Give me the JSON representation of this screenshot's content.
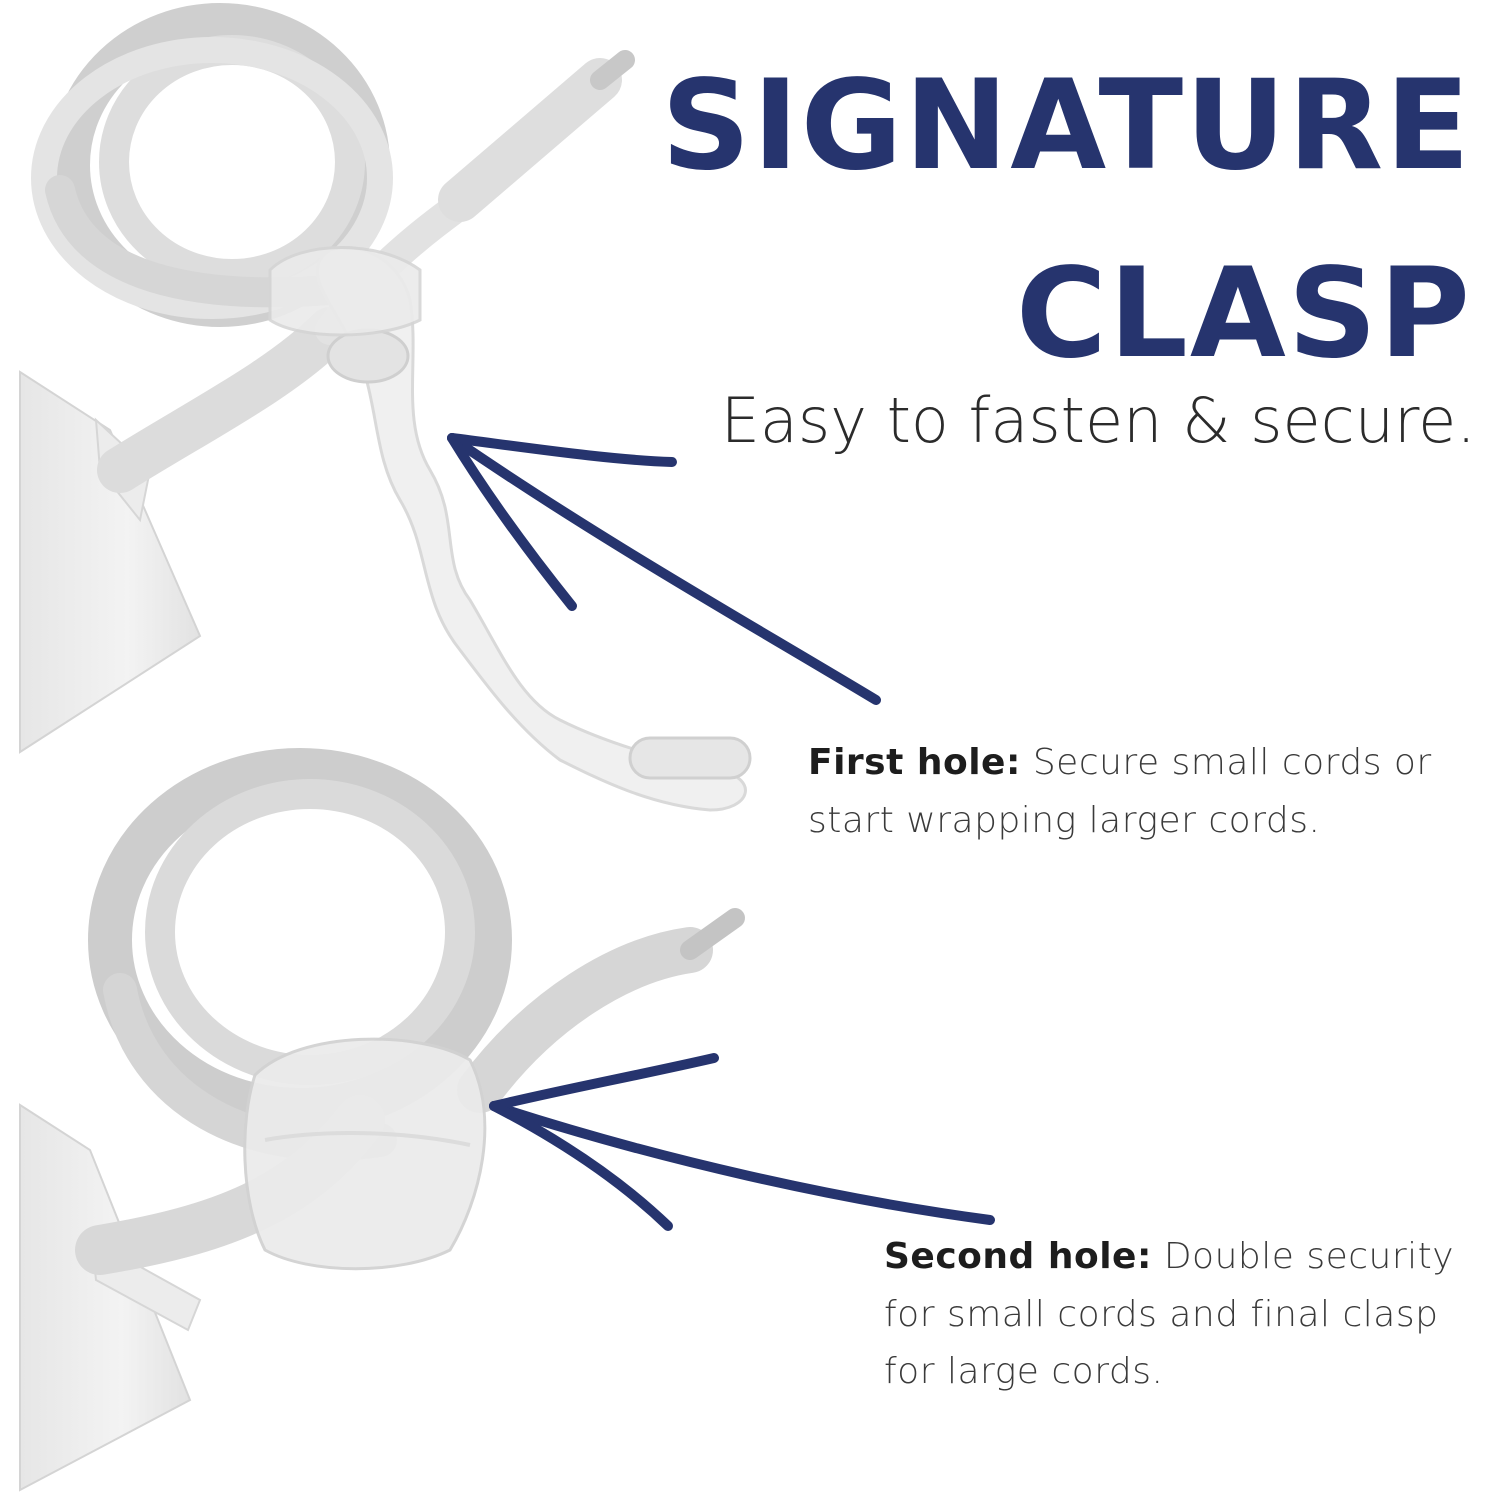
{
  "title": {
    "line1": "SIGNATURE",
    "line2": "CLASP"
  },
  "subtitle": "Easy to fasten & secure.",
  "callouts": {
    "first": {
      "label": "First hole:",
      "text": " Secure small cords or start wrapping larger cords."
    },
    "second": {
      "label": "Second hole:",
      "text": " Double security for small cords and final clasp for large cords."
    }
  },
  "colors": {
    "navy": "#26346e",
    "background": "#ffffff",
    "cable": "#d9d9d9",
    "clasp": "#eeeeee"
  }
}
